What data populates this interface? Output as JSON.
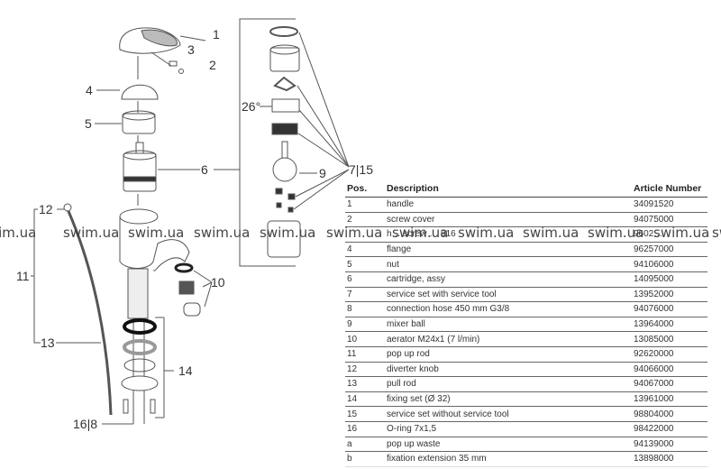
{
  "diagram": {
    "callouts": [
      "1",
      "2",
      "3",
      "4",
      "5",
      "6",
      "26°",
      "9",
      "7|15",
      "10",
      "11",
      "12",
      "13",
      "14",
      "16|8"
    ]
  },
  "parts_table": {
    "headers": [
      "Pos.",
      "Description",
      "Article Number"
    ],
    "rows": [
      {
        "pos": "1",
        "desc": "handle",
        "article": "34091520"
      },
      {
        "pos": "2",
        "desc": "screw cover",
        "article": "94075000"
      },
      {
        "pos": "",
        "desc": "h… screw … 916",
        "article": "9602…"
      },
      {
        "pos": "4",
        "desc": "flange",
        "article": "96257000"
      },
      {
        "pos": "5",
        "desc": "nut",
        "article": "94106000"
      },
      {
        "pos": "6",
        "desc": "cartridge, assy",
        "article": "14095000"
      },
      {
        "pos": "7",
        "desc": "service set with service tool",
        "article": "13952000"
      },
      {
        "pos": "8",
        "desc": "connection hose 450 mm  G3/8",
        "article": "94076000"
      },
      {
        "pos": "9",
        "desc": "mixer ball",
        "article": "13964000"
      },
      {
        "pos": "10",
        "desc": "aerator M24x1 (7 l/min)",
        "article": "13085000"
      },
      {
        "pos": "11",
        "desc": "pop up rod",
        "article": "92620000"
      },
      {
        "pos": "12",
        "desc": "diverter knob",
        "article": "94066000"
      },
      {
        "pos": "13",
        "desc": "pull rod",
        "article": "94067000"
      },
      {
        "pos": "14",
        "desc": "fixing set (Ø 32)",
        "article": "13961000"
      },
      {
        "pos": "15",
        "desc": "service set without service tool",
        "article": "98804000"
      },
      {
        "pos": "16",
        "desc": "O-ring 7x1,5",
        "article": "98422000"
      },
      {
        "pos": "a",
        "desc": "pop up waste",
        "article": "94139000"
      },
      {
        "pos": "b",
        "desc": "fixation extension 35 mm",
        "article": "13898000"
      }
    ]
  },
  "watermark": "swim.ua"
}
